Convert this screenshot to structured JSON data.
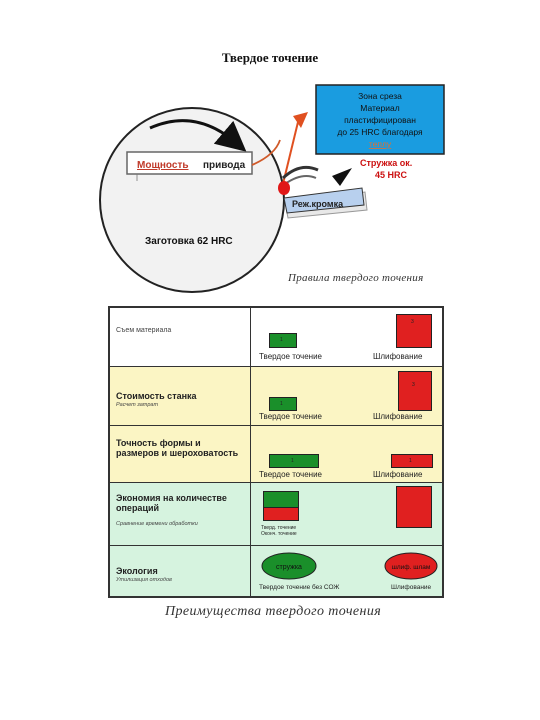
{
  "page": {
    "title": "Твердое точение"
  },
  "figure1": {
    "info_box": "Зона среза Материал пластифицирован до 25 HRC благодаря теплу",
    "info_lines": [
      "Зона среза",
      "Материал",
      "пластифицирован",
      "до 25 HRC благодаря",
      "теплу"
    ],
    "chip_label_1": "Стружка ок.",
    "chip_label_2": "45 HRC",
    "drive_label_underlined": "Мощность",
    "drive_label_rest": "привода",
    "tool_label": "Реж.кромка",
    "workpiece_label": "Заготовка 62 HRC",
    "caption": "Правила твердого точения",
    "colors": {
      "info_box": "#1a9ce0",
      "arrow": "#e05020",
      "chip_text": "#cc1010",
      "drive_text": "#c03a2a"
    }
  },
  "table": {
    "caption": "Преимущества твердого точения",
    "rows": [
      {
        "title": "Съем материала",
        "subtitle": "",
        "left_label": "Твердое точение",
        "right_label": "Шлифование",
        "left_val": "1",
        "right_val": "3"
      },
      {
        "title": "Стоимость станка",
        "subtitle": "Расчет затрат",
        "left_label": "Твердое точение",
        "right_label": "Шлифование",
        "left_val": "1",
        "right_val": "3"
      },
      {
        "title": "Точность формы и размеров и шероховатость",
        "subtitle": "",
        "left_label": "Твердое точение",
        "right_label": "Шлифование",
        "left_val": "1",
        "right_val": "1"
      },
      {
        "title": "Экономия на количестве операций",
        "subtitle": "Сравнение времени обработки",
        "left_label_1": "Тверд. точение",
        "left_label_2": "Оконч. точение"
      },
      {
        "title": "Экология",
        "subtitle": "Утилизация отходов",
        "left_label": "Твердое точение без СОЖ",
        "right_label": "Шлифование",
        "left_oval": "стружка",
        "right_oval": "шлиф. шлам"
      }
    ],
    "colors": {
      "green": "#1a8f2a",
      "red": "#e02020",
      "row_yellow": "#fbf5c4",
      "row_green": "#d6f3df"
    }
  }
}
